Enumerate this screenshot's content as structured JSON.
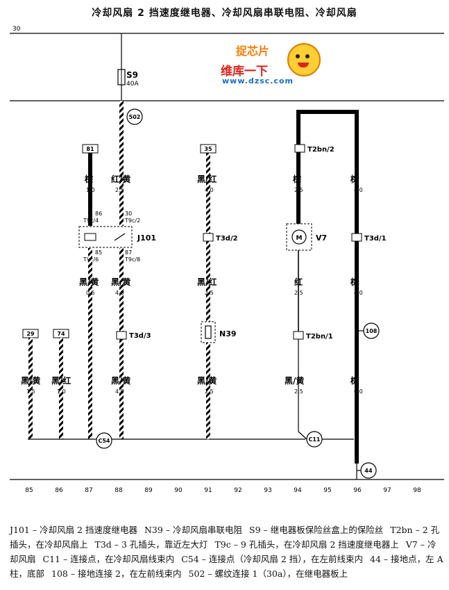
{
  "title": "冷却风扇 2 挡速度继电器、冷却风扇串联电阻、冷却风扇",
  "watermark": {
    "logo": "捉芯片",
    "site": "维库一下",
    "url": "www.dzsc.com"
  },
  "top_bus": "30",
  "fuse": {
    "name": "S9",
    "rating": "40A"
  },
  "nodes": {
    "n502": "502",
    "n108": "108",
    "n44": "44",
    "c54": "C54",
    "c11": "C11"
  },
  "boxes": {
    "b81": "81",
    "b35": "35",
    "b29": "29",
    "b74": "74"
  },
  "wires": {
    "w1_top": {
      "color": "棕",
      "size": "1.0"
    },
    "w2_top": {
      "color": "红/黄",
      "size": "2.5"
    },
    "w1_bot": {
      "color": "黑/黄",
      "size": "0.5"
    },
    "w2_bot": {
      "color": "黑/黄",
      "size": "4.0"
    },
    "w2_low": {
      "color": "黑/黄",
      "size": "4.0"
    },
    "w29": {
      "color": "黑/黄",
      "size": "1.5"
    },
    "w74": {
      "color": "黑/红",
      "size": "1.0"
    },
    "w35_top": {
      "color": "黑/红",
      "size": "4.0"
    },
    "w35_mid": {
      "color": "黑/红",
      "size": "2.5"
    },
    "w35_bot": {
      "color": "黑/黄",
      "size": "2.5"
    },
    "wv_top": {
      "color": "棕",
      "size": "2.5"
    },
    "wv_mid": {
      "color": "红",
      "size": "2.5"
    },
    "wv_bot": {
      "color": "黑/黄",
      "size": "2.5"
    },
    "wr_top": {
      "color": "棕",
      "size": "4.0"
    },
    "wr_mid": {
      "color": "棕",
      "size": "4.0"
    },
    "wr_bot": {
      "color": "棕",
      "size": "6.0"
    }
  },
  "pins": {
    "p86": "86",
    "t9c4": "T9c/4",
    "p30": "30",
    "t9c2": "T9c/2",
    "p85": "85",
    "t9c6": "T9c/6",
    "p87": "87",
    "t9c8": "T9c/8"
  },
  "connectors": {
    "t3d3": "T3d/3",
    "t3d2": "T3d/2",
    "t2bn2": "T2bn/2",
    "t2bn1": "T2bn/1",
    "t3d1": "T3d/1"
  },
  "components": {
    "j101": "J101",
    "n39": "N39",
    "v7": "V7",
    "motor": "M"
  },
  "scale": [
    "85",
    "86",
    "87",
    "88",
    "89",
    "90",
    "91",
    "92",
    "93",
    "94",
    "95",
    "96",
    "97",
    "98"
  ],
  "caption": [
    "J101 – 冷却风扇 2 挡速度继电器",
    "N39 – 冷却风扇串联电阻",
    "S9 – 继电器板保险丝盒上的保险丝",
    "T2bn – 2 孔插头，在冷却风扇上",
    "T3d – 3 孔插头，靠近左大灯",
    "T9c – 9 孔插头，在冷却风扇 2 挡速度继电器上",
    "V7 – 冷却风扇",
    "C11 – 连接点，在冷却风扇线束内",
    "C54 – 连接点（冷却风扇 2 挡），在左前线束内",
    "44 – 接地点，左 A 柱，底部",
    "108 – 接地连接 2，在左前线束内",
    "502 – 螺纹连接 1（30a），在继电器板上"
  ]
}
